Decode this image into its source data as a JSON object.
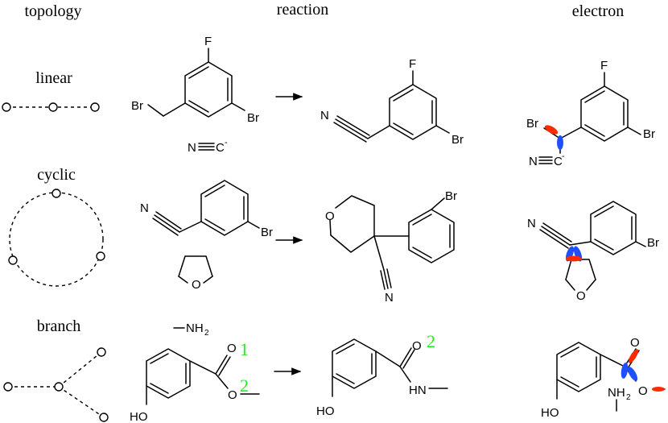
{
  "headers": {
    "topology": "topology",
    "reaction": "reaction",
    "electron": "electron"
  },
  "rows": {
    "linear": "linear",
    "cyclic": "cyclic",
    "branch": "branch"
  },
  "atoms": {
    "F": "F",
    "Br": "Br",
    "N": "N",
    "O": "O",
    "HO": "HO",
    "NH": "NH",
    "H": "H",
    "HN": "HN",
    "sub2": "2",
    "minus": "-",
    "bond_dash": "—"
  },
  "mapping_numbers": {
    "one": "1",
    "two": "2"
  },
  "colors": {
    "orbital_red": "#ff2a00",
    "orbital_blue": "#1f4fff",
    "mapping_green": "#22ee22"
  }
}
